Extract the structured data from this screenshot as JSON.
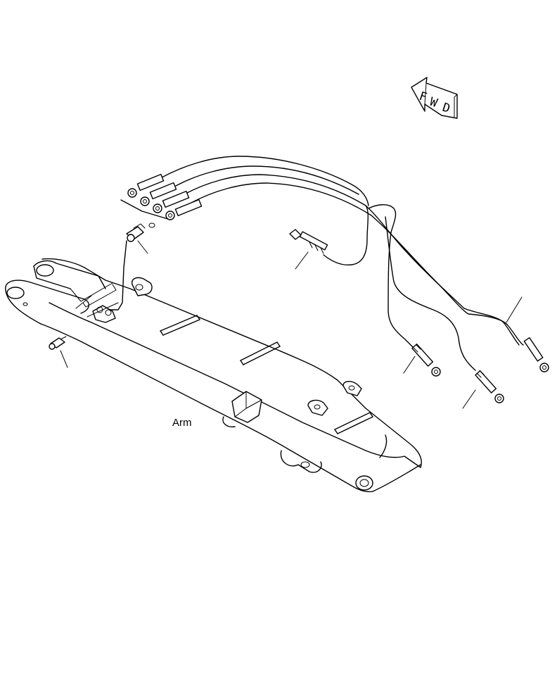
{
  "labels": {
    "arm": "Arm",
    "fwd_f": "F",
    "fwd_w": "W",
    "fwd_d": "D"
  },
  "colors": {
    "line": "#000000",
    "background": "#ffffff"
  },
  "icons": {
    "direction": "fwd-arrow-icon"
  }
}
